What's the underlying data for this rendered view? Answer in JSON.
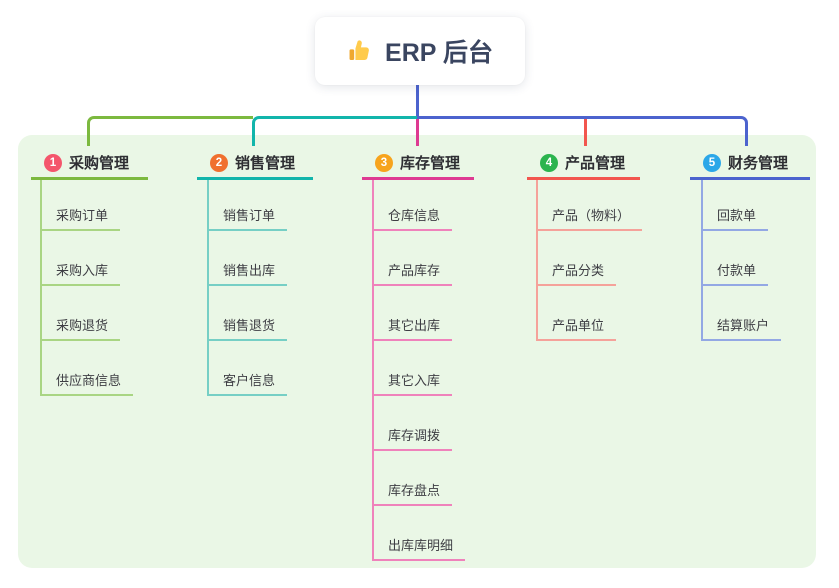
{
  "root": {
    "icon": "thumbs-up",
    "label": "ERP 后台"
  },
  "panel_background": "#EAF7E6",
  "stem_color": "#4C63CE",
  "branches": [
    {
      "badge": "1",
      "badge_color": "#F4566C",
      "title": "采购管理",
      "line_color": "#7CB93F",
      "child_line_color": "#A9D583",
      "children": [
        "采购订单",
        "采购入库",
        "采购退货",
        "供应商信息"
      ]
    },
    {
      "badge": "2",
      "badge_color": "#F0702F",
      "title": "销售管理",
      "line_color": "#12B5AB",
      "child_line_color": "#76CFC5",
      "children": [
        "销售订单",
        "销售出库",
        "销售退货",
        "客户信息"
      ]
    },
    {
      "badge": "3",
      "badge_color": "#F7A41D",
      "title": "库存管理",
      "line_color": "#DE3A92",
      "child_line_color": "#EF82BB",
      "children": [
        "仓库信息",
        "产品库存",
        "其它出库",
        "其它入库",
        "库存调拨",
        "库存盘点",
        "出库库明细"
      ]
    },
    {
      "badge": "4",
      "badge_color": "#2BB44E",
      "title": "产品管理",
      "line_color": "#F2564E",
      "child_line_color": "#F5A29A",
      "children": [
        "产品（物料）",
        "产品分类",
        "产品单位"
      ]
    },
    {
      "badge": "5",
      "badge_color": "#2BA7E8",
      "title": "财务管理",
      "line_color": "#4C63CE",
      "child_line_color": "#93A8E4",
      "children": [
        "回款单",
        "付款单",
        "结算账户"
      ]
    }
  ]
}
